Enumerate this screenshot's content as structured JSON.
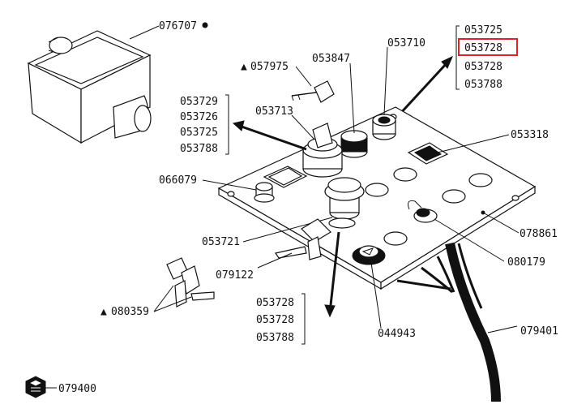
{
  "diagram": {
    "labels": {
      "box_part": "076707",
      "top_group_1": "053725",
      "top_group_2": "053728",
      "top_group_3": "053728",
      "top_group_4": "053788",
      "key": "057975",
      "black_button": "053847",
      "top_switch": "053710",
      "left_group_1": "053729",
      "left_group_2": "053726",
      "left_group_3": "053725",
      "left_group_4": "053788",
      "key_switch": "053713",
      "rocker_switch": "053318",
      "cap": "066079",
      "mushroom_button": "053721",
      "panel": "078861",
      "connector_cap": "080179",
      "key_tag": "079122",
      "spare_key": "080359",
      "bottom_group_1": "053728",
      "bottom_group_2": "053728",
      "bottom_group_3": "053788",
      "indicator": "044943",
      "cable": "079401",
      "gland": "079400"
    },
    "highlight_color": "#e0202a"
  }
}
